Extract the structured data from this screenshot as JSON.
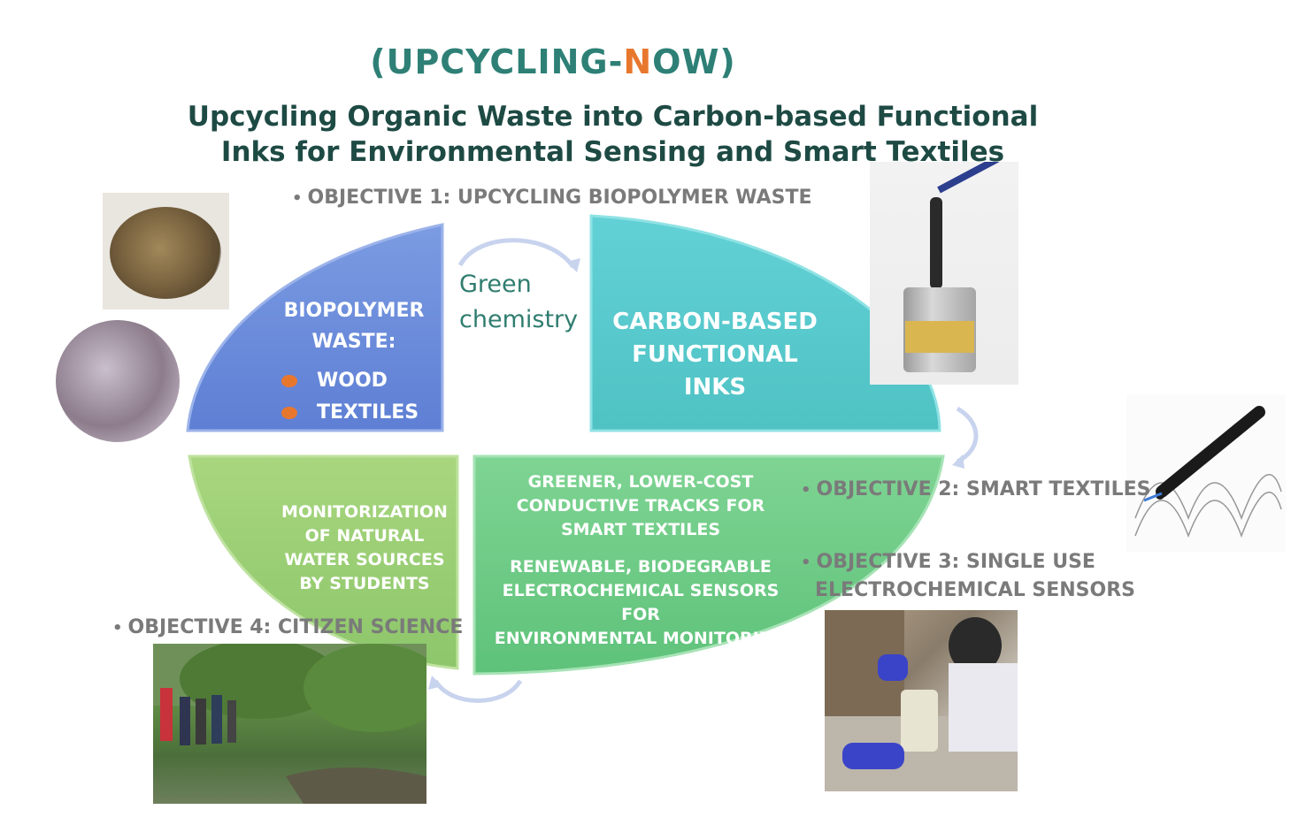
{
  "header": {
    "title_prefix": "(UPCYCLING-",
    "title_accent": "N",
    "title_suffix": "OW)",
    "subtitle_line1": "Upcycling Organic Waste into Carbon-based Functional",
    "subtitle_line2": "Inks for Environmental Sensing and Smart Textiles"
  },
  "objectives": {
    "obj1": "OBJECTIVE 1: UPCYCLING BIOPOLYMER WASTE",
    "obj2": "OBJECTIVE 2: SMART TEXTILES",
    "obj3_line1": "OBJECTIVE 3: SINGLE USE",
    "obj3_line2": "ELECTROCHEMICAL SENSORS",
    "obj4": "OBJECTIVE 4: CITIZEN SCIENCE",
    "bullet": "•"
  },
  "quadrants": {
    "q1": {
      "title_line1": "BIOPOLYMER",
      "title_line2": "WASTE:",
      "item1": "WOOD",
      "item2": "TEXTILES"
    },
    "q2": {
      "line1": "CARBON-BASED",
      "line2": "FUNCTIONAL",
      "line3": "INKS"
    },
    "q3": {
      "line1": "MONITORIZATION",
      "line2": "OF NATURAL",
      "line3": "WATER SOURCES",
      "line4": "BY STUDENTS"
    },
    "q4": {
      "a_line1": "GREENER, LOWER-COST",
      "a_line2": "CONDUCTIVE TRACKS  FOR",
      "a_line3": "SMART TEXTILES",
      "b_line1": "RENEWABLE, BIODEGRABLE",
      "b_line2": "ELECTROCHEMICAL SENSORS FOR",
      "b_line3": "ENVIRONMENTAL MONITORING"
    }
  },
  "green_chemistry": {
    "line1": "Green",
    "line2": "chemistry"
  },
  "colors": {
    "title": "#2e8076",
    "accent": "#e8772e",
    "subtitle": "#1e4a44",
    "q1_fill": "#6f8fdc",
    "q2_fill": "#5fcfcf",
    "q3_fill": "#9fd27a",
    "q4_fill": "#6fcc85",
    "objective_text": "#7a7a7a"
  }
}
